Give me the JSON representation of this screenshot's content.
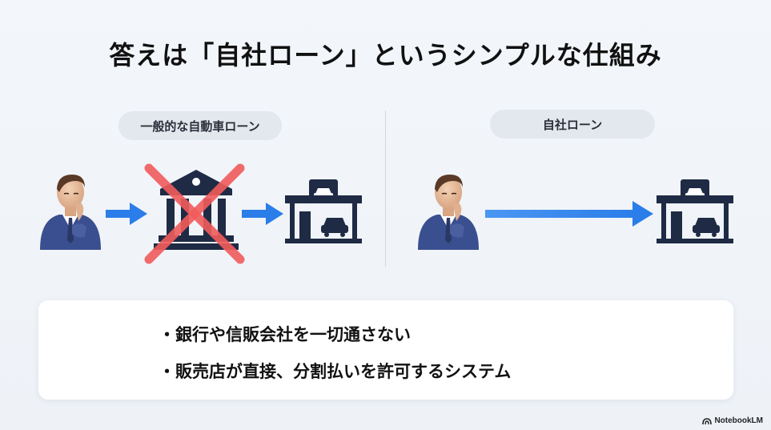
{
  "title": "答えは「自社ローン」というシンプルな仕組み",
  "left_label": "一般的な自動車ローン",
  "right_label": "自社ローン",
  "bullets": [
    "・銀行や信販会社を一切通さない",
    "・販売店が直接、分割払いを許可するシステム"
  ],
  "brand": "NotebookLM",
  "colors": {
    "arrow_blue": "#2b7de9",
    "cross_red": "#f25c5c",
    "dark_navy": "#1f2b45",
    "person_suit": "#3a4f8f"
  },
  "icons": [
    "person-icon",
    "bank-icon",
    "car-dealership-icon",
    "cross-icon",
    "arrow-icon"
  ]
}
